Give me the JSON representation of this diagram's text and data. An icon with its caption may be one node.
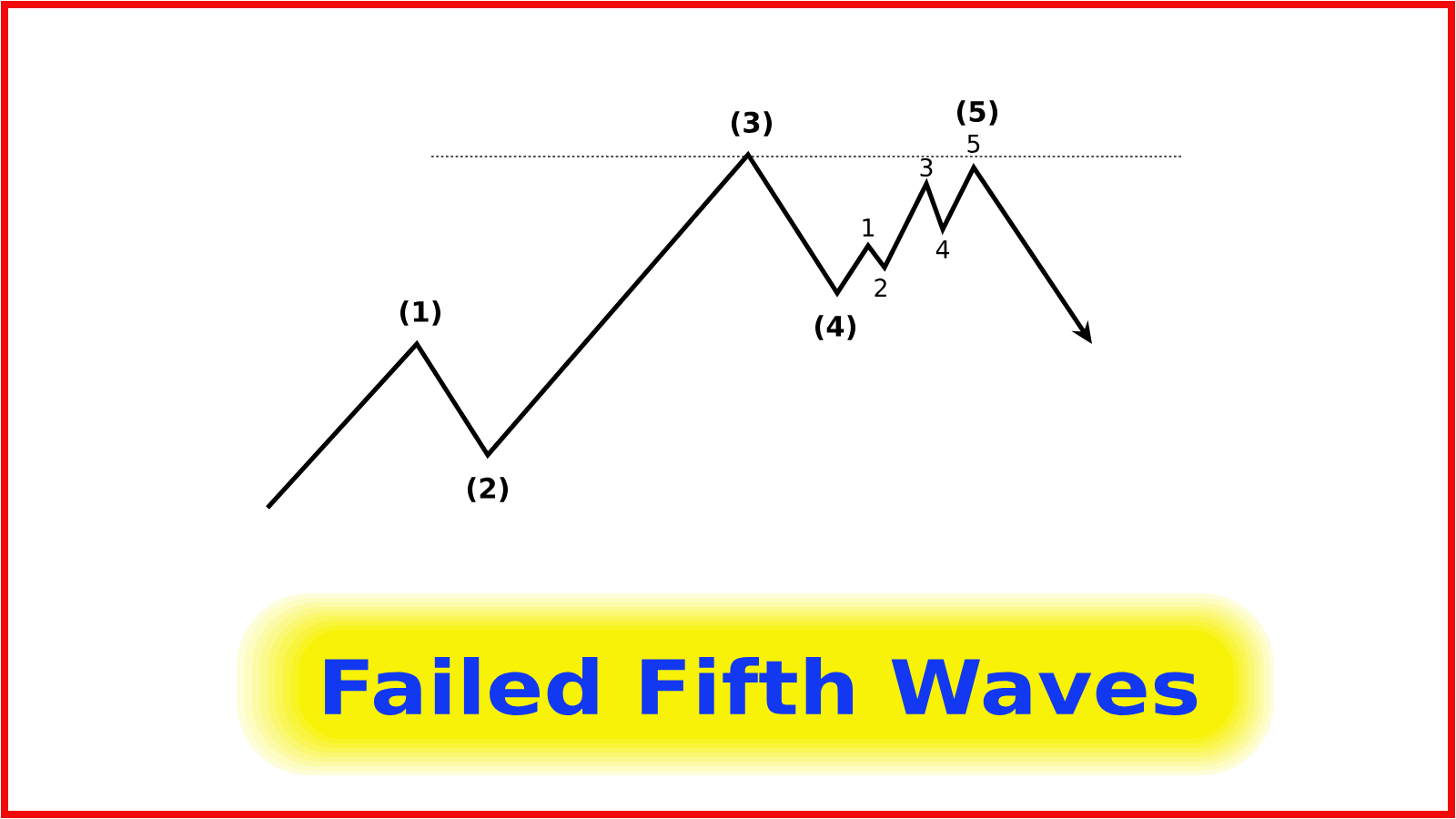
{
  "diagram": {
    "title": "Failed Fifth Waves",
    "labels": [
      "(1)",
      "(2)",
      "(3)",
      "(4)",
      "1",
      "2",
      "3",
      "4",
      "(5)",
      "5"
    ]
  }
}
